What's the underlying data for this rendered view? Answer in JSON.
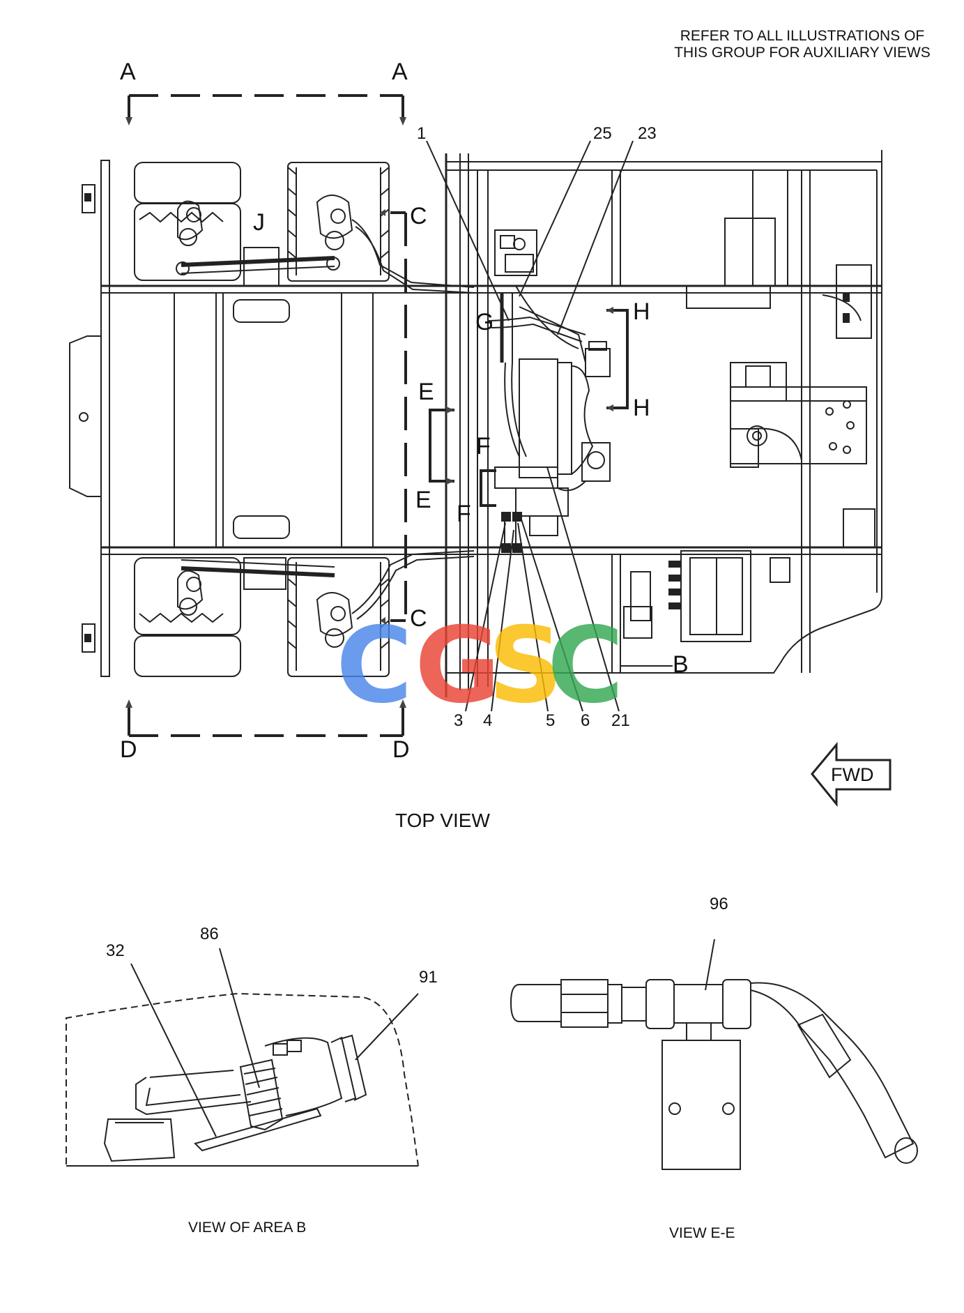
{
  "note": [
    "REFER TO ALL ILLUSTRATIONS OF",
    "THIS GROUP FOR AUXILIARY VIEWS"
  ],
  "section_letters": {
    "a": "A",
    "b": "B",
    "c": "C",
    "d": "D",
    "e": "E",
    "f": "F",
    "g": "G",
    "h": "H",
    "j": "J"
  },
  "callouts": {
    "c1": "1",
    "c25": "25",
    "c23": "23",
    "c3": "3",
    "c4": "4",
    "c5": "5",
    "c6": "6",
    "c21": "21",
    "c32": "32",
    "c86": "86",
    "c91": "91",
    "c96": "96"
  },
  "fwd_label": "FWD",
  "captions": {
    "top_view": "TOP VIEW",
    "view_area_b": "VIEW OF AREA B",
    "view_e_e": "VIEW E-E"
  },
  "watermark": {
    "letters": [
      "C",
      "G",
      "S",
      "C"
    ],
    "colors": [
      "#4a86e8",
      "#ea4335",
      "#fbbc05",
      "#34a853"
    ]
  }
}
